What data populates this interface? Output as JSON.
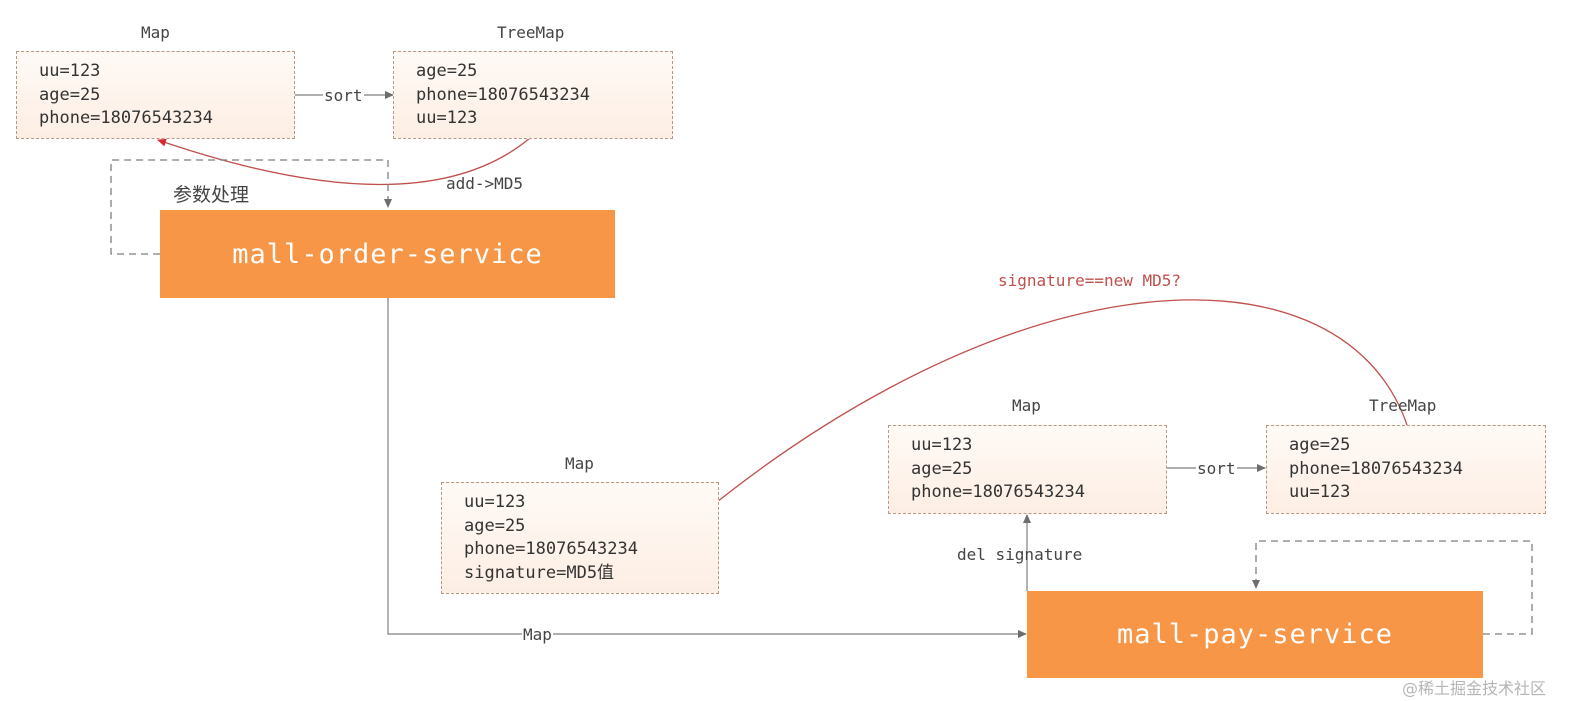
{
  "top": {
    "map_title": "Map",
    "treemap_title": "TreeMap",
    "map_lines": [
      "uu=123",
      "age=25",
      "phone=18076543234"
    ],
    "treemap_lines": [
      "age=25",
      "phone=18076543234",
      "uu=123"
    ],
    "sort_label": "sort",
    "add_label": "add->MD5",
    "process_label": "参数处理"
  },
  "order_service": {
    "label": "mall-order-service"
  },
  "transfer": {
    "label": "Map"
  },
  "sent_map": {
    "title": "Map",
    "lines": [
      "uu=123",
      "age=25",
      "phone=18076543234",
      "signature=MD5值"
    ]
  },
  "pay_side": {
    "map_title": "Map",
    "treemap_title": "TreeMap",
    "map_lines": [
      "uu=123",
      "age=25",
      "phone=18076543234"
    ],
    "treemap_lines": [
      "age=25",
      "phone=18076543234",
      "uu=123"
    ],
    "sort_label": "sort",
    "del_label": "del signature",
    "verify_label": "signature==new MD5?"
  },
  "pay_service": {
    "label": "mall-pay-service"
  },
  "watermark": "@稀土掘金技术社区",
  "colors": {
    "service_fill": "#f79646",
    "box_border": "#b99783",
    "connector": "#7f7f7f",
    "verify_arrow": "#c0504d"
  }
}
